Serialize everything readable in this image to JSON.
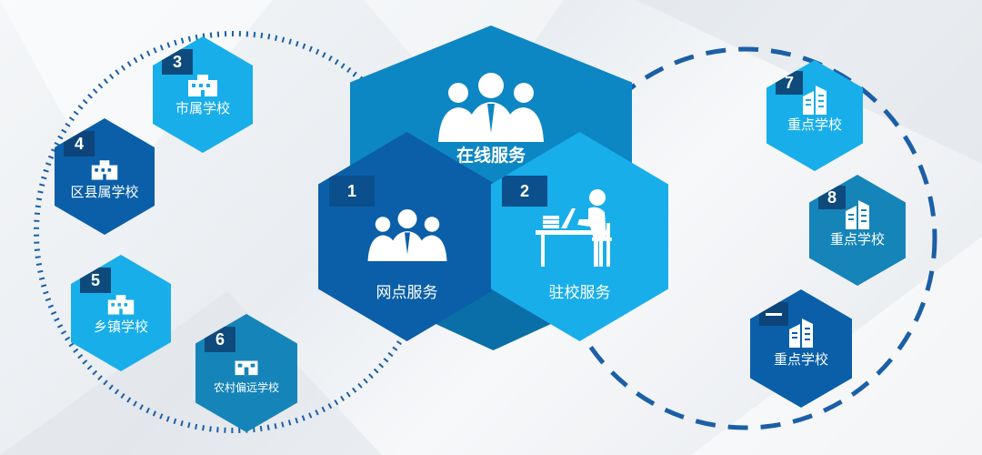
{
  "center": {
    "top_label": "在线服务",
    "left_label": "网点服务",
    "left_number": "1",
    "right_label": "驻校服务",
    "right_number": "2"
  },
  "left_schools": [
    {
      "number": "3",
      "label": "市属学校"
    },
    {
      "number": "4",
      "label": "区县属学校"
    },
    {
      "number": "5",
      "label": "乡镇学校"
    },
    {
      "number": "6",
      "label": "农村偏远学校"
    }
  ],
  "right_schools": [
    {
      "number": "7",
      "label": "重点学校"
    },
    {
      "number": "8",
      "label": "重点学校"
    },
    {
      "number": "",
      "label": "重点学校"
    }
  ],
  "colors": {
    "dark_blue": "#0a5fa8",
    "mid_blue": "#0d86c4",
    "light_blue": "#18aeea",
    "teal_blue": "#1584b9",
    "dots": "#1b5fa6"
  }
}
